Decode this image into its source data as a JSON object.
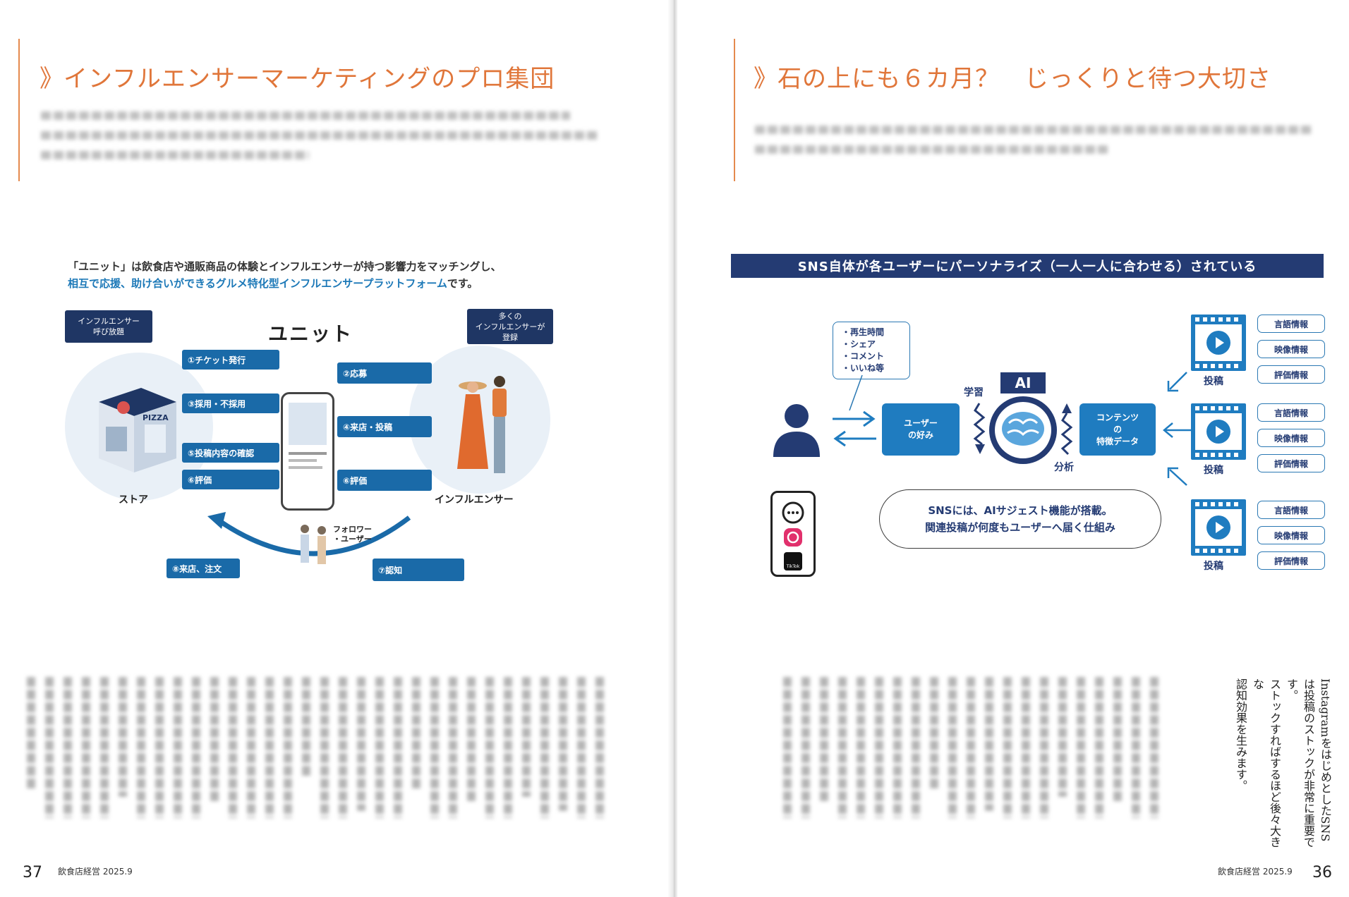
{
  "left_page": {
    "section_heading": {
      "chevron": "》",
      "text": "インフルエンサーマーケティングのプロ集団"
    },
    "intro": {
      "line1": "「ユニット」は飲食店や通販商品の体験とインフルエンサーが持つ影響力をマッチングし、",
      "line2_highlight": "相互で応援、助け合いができるグルメ特化型インフルエンサープラットフォーム",
      "line2_suffix": "です。"
    },
    "diagram": {
      "logo": "ユニット",
      "callout_left": [
        "インフルエンサー",
        "呼び放題"
      ],
      "callout_right": [
        "多くの",
        "インフルエンサーが",
        "登録"
      ],
      "store_sign": "PIZZA",
      "store_label": "ストア",
      "influencer_label": "インフルエンサー",
      "follower_label": [
        "フォロワー",
        "・ユーザー"
      ],
      "left_steps": [
        "①チケット発行",
        "③採用・不採用",
        "⑤投稿内容の確認",
        "⑥評価"
      ],
      "right_steps": [
        "②応募",
        "④来店・投稿",
        "⑥評価"
      ],
      "bottom_left_step": "⑧来店、注文",
      "bottom_right_step": "⑦認知"
    },
    "folio": "37",
    "magazine": "飲食店経営 2025.9"
  },
  "right_page": {
    "section_heading": {
      "chevron": "》",
      "text": "石の上にも６カ月？　じっくりと待つ大切さ"
    },
    "banner": "SNS自体が各ユーザーにパーソナライズ（一人一人に合わせる）されている",
    "speech_items": [
      "・再生時間",
      "・シェア",
      "・コメント",
      "・いいね等"
    ],
    "user_pref": [
      "ユーザー",
      "の好み"
    ],
    "ai_label": "AI",
    "learn_label": "学習",
    "analyze_label": "分析",
    "content_data": [
      "コンテンツ",
      "の",
      "特徴データ"
    ],
    "post_label": "投稿",
    "info_pills": [
      "言語情報",
      "映像情報",
      "評価情報"
    ],
    "app_tiktok": "TikTok",
    "oval_note": [
      "SNSには、AIサジェスト機能が搭載。",
      "関連投稿が何度もユーザーへ届く仕組み"
    ],
    "highlight_vertical": [
      "Instagramをはじめとした",
      "SNSは投稿のストックが非常に重要です。",
      "ストックすればするほど後々大きな",
      "認知効果を生みます。"
    ],
    "folio": "36",
    "magazine": "飲食店経営 2025.9"
  },
  "colors": {
    "heading_orange": "#e0763a",
    "step_blue": "#1a6aa8",
    "navy": "#243b73",
    "accent_blue": "#1f7cc0"
  }
}
